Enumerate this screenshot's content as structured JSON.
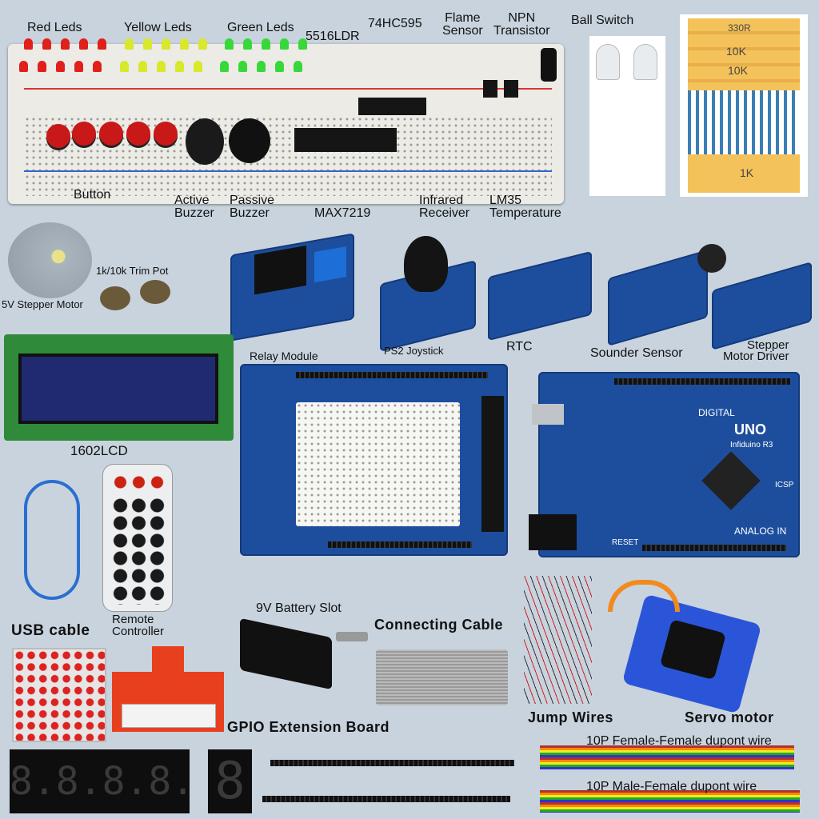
{
  "labels": [
    "Red Leds",
    "Yellow Leds",
    "Green Leds",
    "5516LDR",
    "74HC595",
    "Flame\nSensor",
    "NPN\nTransistor",
    "Ball Switch",
    "Button",
    "Active\nBuzzer",
    "Passive\nBuzzer",
    "MAX7219",
    "Infrared\nReceiver",
    "LM35\nTemperature",
    "1k/10k Trim Pot",
    "5V Stepper Motor",
    "Relay Module",
    "PS2 Joystick",
    "RTC",
    "Sounder Sensor",
    "Stepper\nMotor Driver",
    "1602LCD",
    "USB cable",
    "Remote\nController",
    "9V Battery Slot",
    "Connecting Cable",
    "Jump Wires",
    "Servo motor",
    "GPIO Extension Board",
    "10P Female-Female dupont wire",
    "10P Male-Female dupont wire"
  ],
  "board_text": {
    "uno": "UNO",
    "model": "Infiduino R3",
    "digital": "DIGITAL",
    "analog": "ANALOG IN",
    "icsp": "ICSP",
    "reset": "RESET"
  },
  "resistor_text": [
    "330R",
    "10K",
    "10K",
    "1K"
  ],
  "seven_segment": "8.8.8.8.",
  "single_segment": "8",
  "colors": {
    "background": "#c8d3de",
    "pcb": "#1d4e9e",
    "led_red": "#e0201a",
    "led_yellow": "#d8e82a",
    "led_green": "#38d83a"
  }
}
